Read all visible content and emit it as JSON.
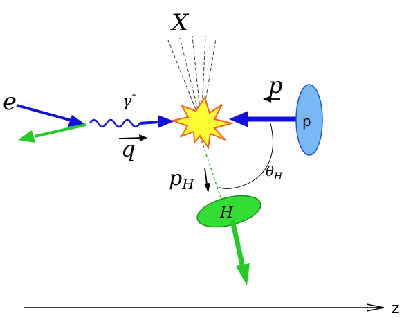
{
  "labels": {
    "electron": "e",
    "photon": "γ",
    "photon_sup": "*",
    "q_vector": "q",
    "final_state": "X",
    "proton_momentum": "p",
    "proton": "p",
    "hadron_momentum": "p",
    "hadron_momentum_sub": "H",
    "angle": "θ",
    "angle_sub": "H",
    "hadron": "H",
    "axis": "z"
  },
  "colors": {
    "electron_in": "#1010e0",
    "electron_out": "#22cc22",
    "photon": "#1010e0",
    "proton_arrow": "#1010e0",
    "proton_fill": "#7ab8f5",
    "proton_stroke": "#2255cc",
    "hadron_fill": "#33dd33",
    "hadron_stroke": "#1a8a1a",
    "hadron_arrow": "#22cc22",
    "vertex_fill": "#ffff33",
    "vertex_stroke": "#ff5a1f",
    "jet_lines": "#333333",
    "axis": "#000000"
  },
  "icons": {
    "vertex": "starburst-icon",
    "proton": "ellipse-icon",
    "hadron": "ellipse-icon"
  }
}
